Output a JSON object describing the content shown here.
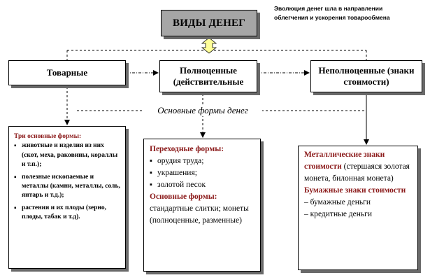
{
  "header": {
    "title": "ВИДЫ ДЕНЕГ",
    "note": "Эволюция денег шла в направлении облегчения и ускорения товарообмена"
  },
  "categories": [
    {
      "label": "Товарные"
    },
    {
      "label": "Полноценные (действительные"
    },
    {
      "label": "Неполноценные (знаки стоимости)"
    }
  ],
  "center_label": "Основные формы денег",
  "left_box": {
    "heading": "Три основные формы:",
    "items": [
      "животные и изделия из них (скот, меха, раковины, кораллы и т.п.);",
      "полезные ископаемые и металлы (камни, металлы, соль, янтарь и т.д.);",
      "растения и их плоды (зерно, плоды, табак и т.д)."
    ]
  },
  "middle_box": {
    "heading1": "Переходные формы:",
    "items": [
      "орудия труда;",
      "украшения;",
      "золотой песок"
    ],
    "heading2": "Основные формы:",
    "text": "стандартные слитки; монеты (полноценные, разменные)"
  },
  "right_box": {
    "heading1": "Металлические знаки стоимости",
    "text1": " (стершаяся золотая монета, билонная монета)",
    "heading2": "Бумажные знаки стоимости",
    "lines": [
      "– бумажные деньги",
      "– кредитные деньги"
    ]
  },
  "colors": {
    "title_fill": "#a6a6a6",
    "heading_red": "#8b1a1a",
    "shadow": "#6a6a6a",
    "arrow_fill": "#ffff99"
  }
}
